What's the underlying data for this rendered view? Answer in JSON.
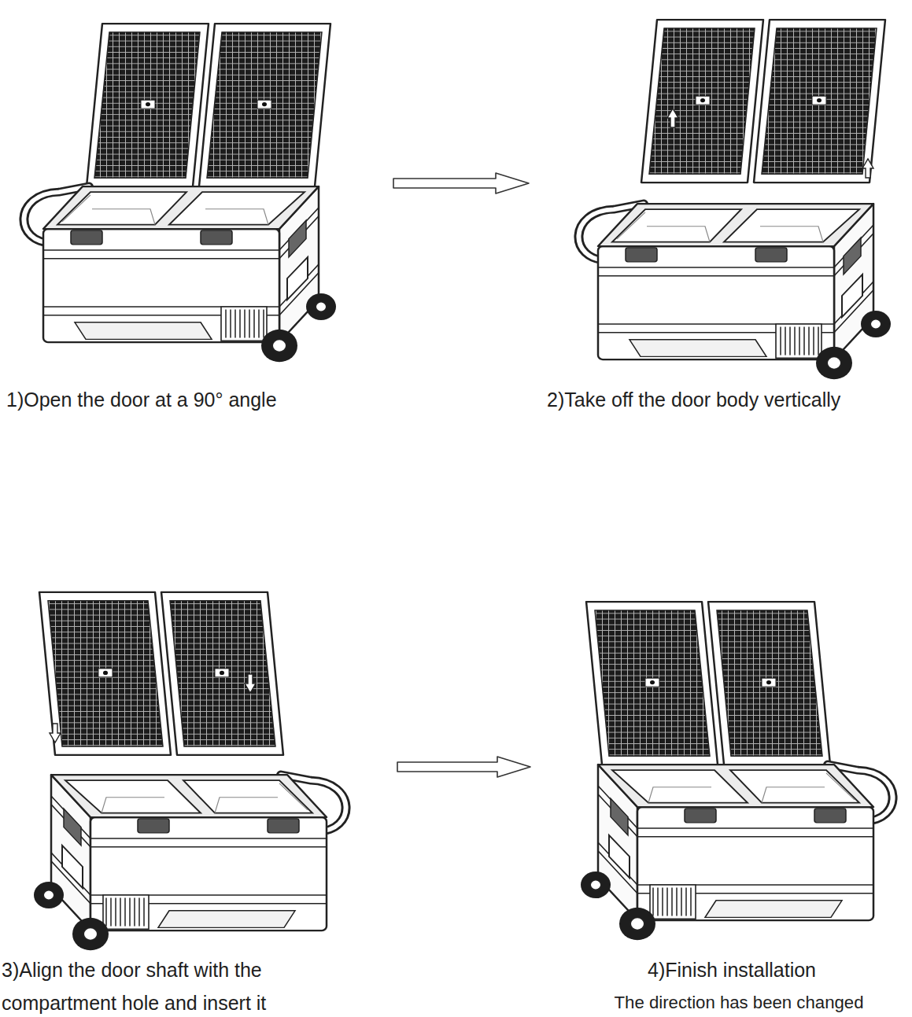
{
  "diagram": {
    "labels": [
      "1)Open the door at a 90° angle",
      "2)Take off the door body vertically",
      "3)Align the door shaft with the compartment hole and insert it",
      "4)Finish installation",
      "The direction has been changed"
    ]
  }
}
